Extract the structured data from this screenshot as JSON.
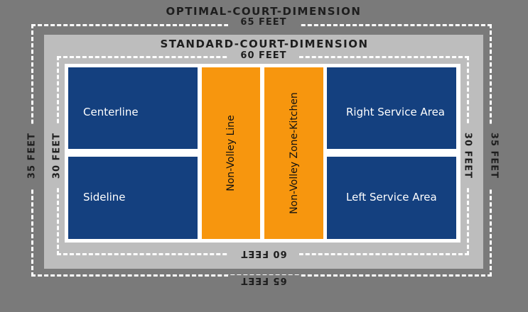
{
  "optimal": {
    "title": "OPTIMAL-COURT-DIMENSION",
    "top_label": "65 FEET",
    "bottom_label": "65 FEET",
    "left_label": "35 FEET",
    "right_label": "35 FEET"
  },
  "standard": {
    "title": "STANDARD-COURT-DIMENSION",
    "top_label": "60 FEET",
    "bottom_label": "60 FEET",
    "left_label": "30 FEET",
    "right_label": "30 FEET"
  },
  "court": {
    "top_left": "Centerline",
    "bottom_left": "Sideline",
    "non_volley_line": "Non-Volley Line",
    "kitchen": "Non-Volley Zone-Kitchen",
    "top_right": "Right Service Area",
    "bottom_right": "Left Service Area"
  },
  "colors": {
    "background": "#7a7a7a",
    "standard_area": "#bdbdbd",
    "service_area": "#14407f",
    "kitchen": "#f7960e",
    "lines": "#ffffff"
  }
}
